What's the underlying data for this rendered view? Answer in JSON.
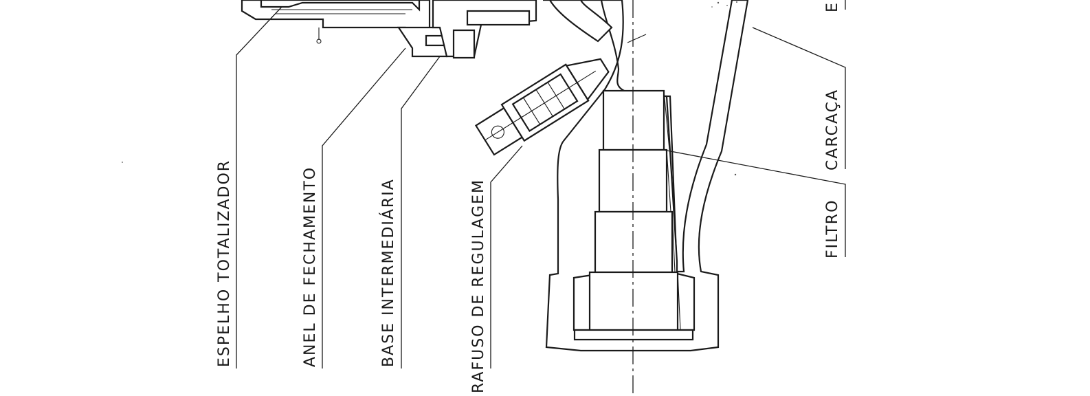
{
  "labels": {
    "espelho": "ESPELHO TOTALIZADOR",
    "anel": "ANEL DE FECHAMENTO",
    "base": "BASE INTERMEDIÁRIA",
    "parafuso": "RAFUSO DE REGULAGEM",
    "filtro": "FILTRO",
    "carcaca": "CARCAÇA",
    "cut_top": "E"
  },
  "colors": {
    "ink": "#1a1a1a",
    "paper": "#ffffff"
  }
}
